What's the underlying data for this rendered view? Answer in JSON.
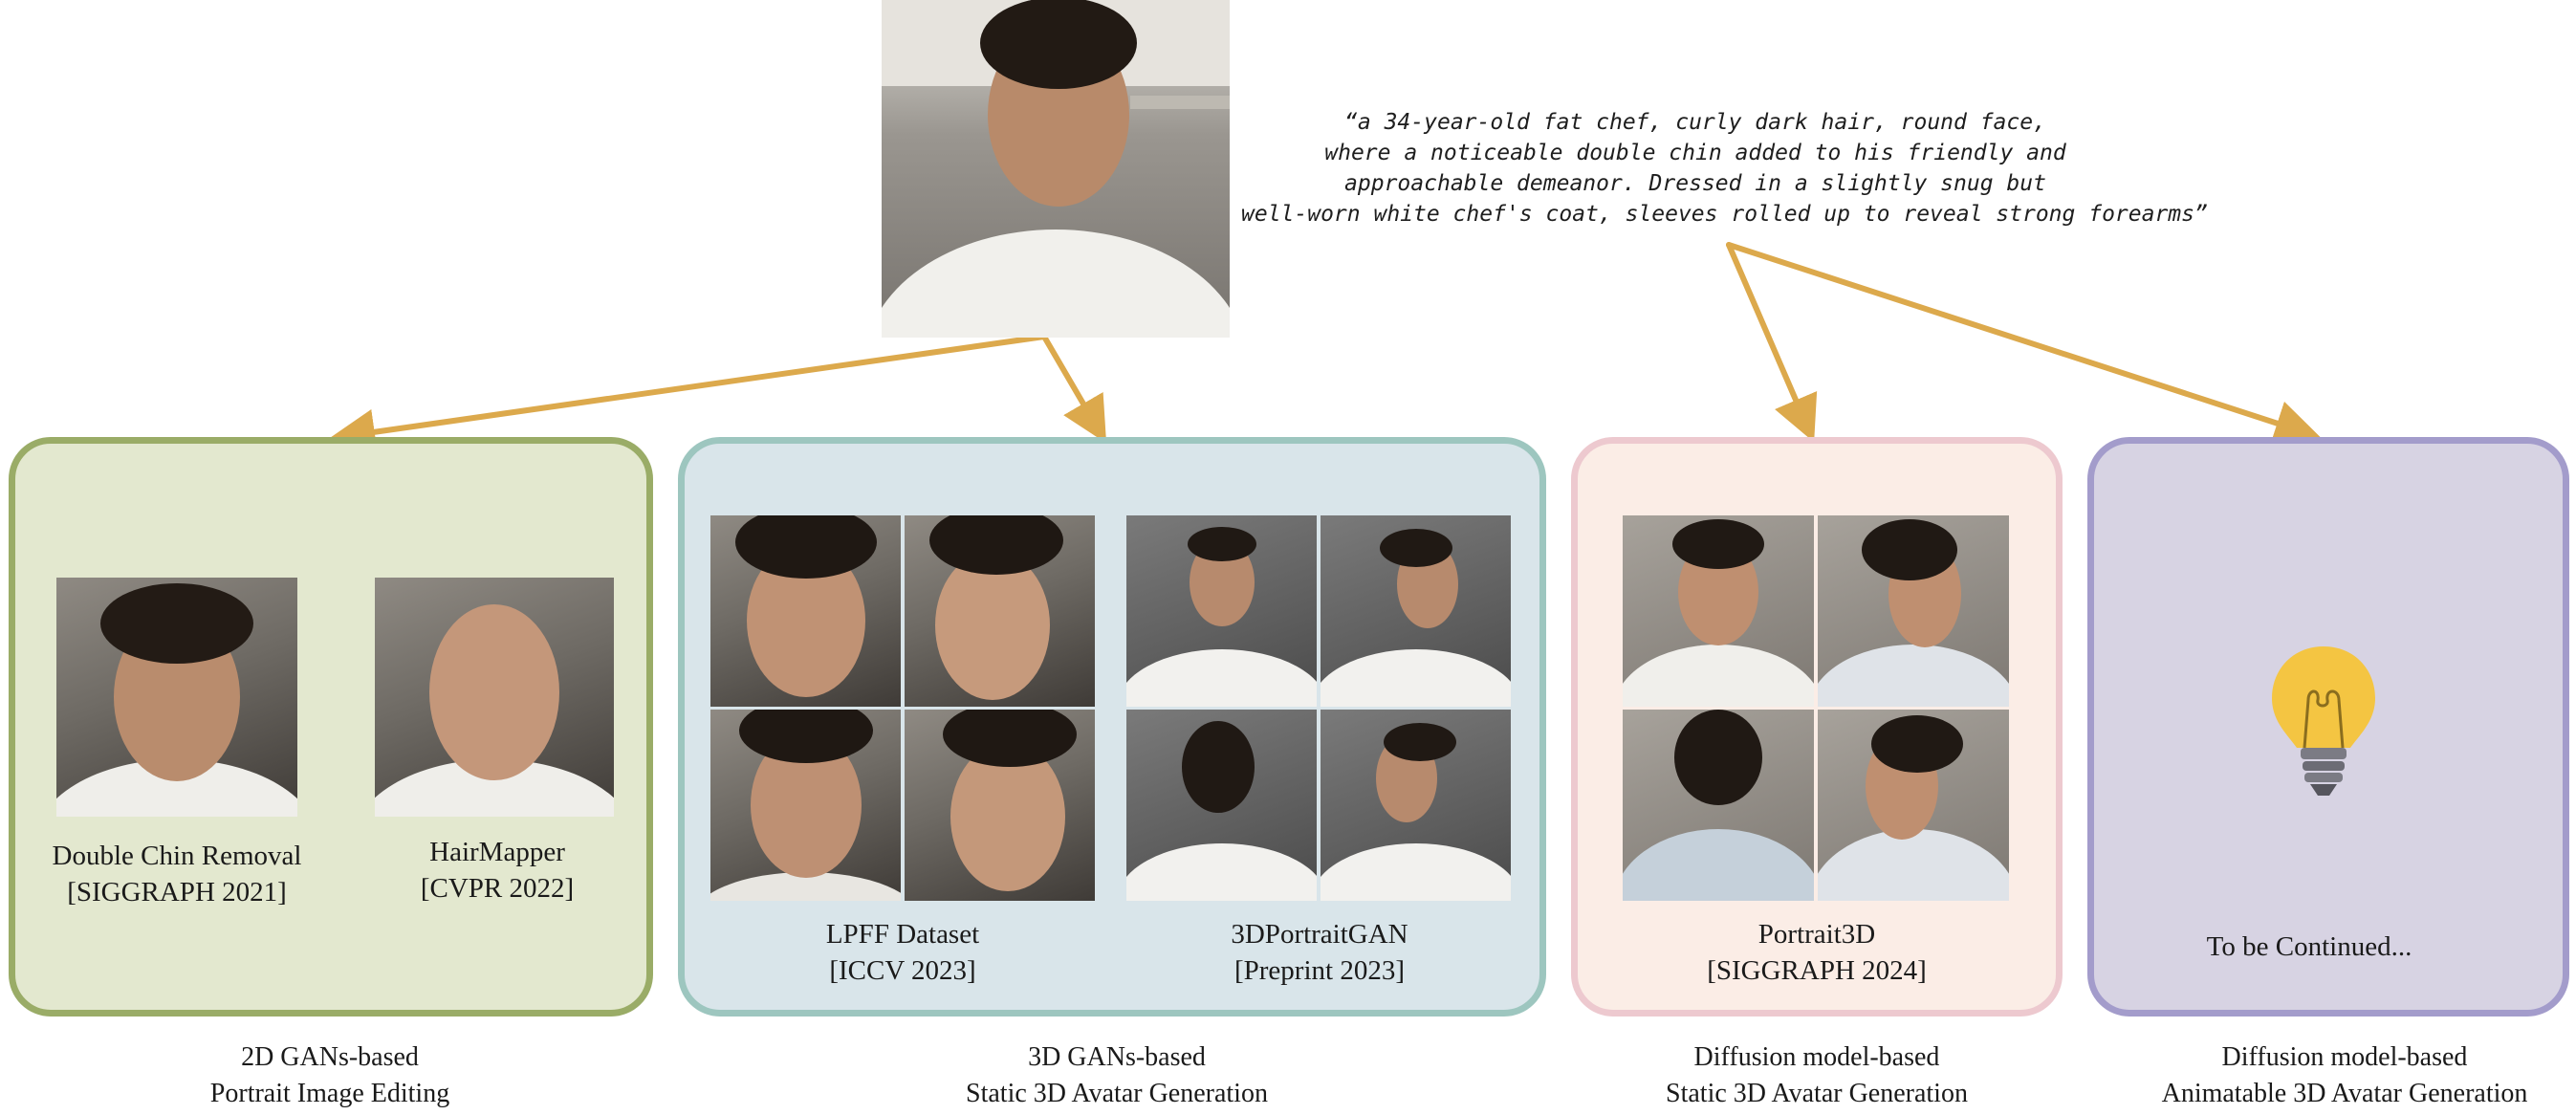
{
  "prompt_lines": [
    "“a 34-year-old fat chef, curly dark hair, round face,",
    "where a noticeable double chin added to his friendly and",
    "approachable demeanor. Dressed in a slightly snug but",
    "well-worn white chef's coat, sleeves rolled up to reveal strong forearms”"
  ],
  "panels": [
    {
      "methods": [
        {
          "name": "Double Chin Removal",
          "venue": "[SIGGRAPH 2021]"
        },
        {
          "name": "HairMapper",
          "venue": "[CVPR 2022]"
        }
      ],
      "category": [
        "2D GANs-based",
        "Portrait Image Editing"
      ],
      "bg": "#e3e8cf",
      "border": "#9aac67"
    },
    {
      "methods": [
        {
          "name": "LPFF Dataset",
          "venue": "[ICCV 2023]"
        },
        {
          "name": "3DPortraitGAN",
          "venue": "[Preprint 2023]"
        }
      ],
      "category": [
        "3D GANs-based",
        "Static 3D Avatar Generation"
      ],
      "bg": "#d9e5ea",
      "border": "#9dc6bf"
    },
    {
      "methods": [
        {
          "name": "Portrait3D",
          "venue": "[SIGGRAPH 2024]"
        }
      ],
      "category": [
        "Diffusion model-based",
        "Static 3D Avatar Generation"
      ],
      "bg": "#fbede6",
      "border": "#edc9cf"
    },
    {
      "methods": [
        {
          "name": "To be Continued...",
          "venue": ""
        }
      ],
      "category": [
        "Diffusion model-based",
        "Animatable 3D Avatar Generation"
      ],
      "bg": "#d7d3e3",
      "border": "#a39ccb",
      "icon": "lightbulb-icon"
    }
  ],
  "arrow_color": "#dca94c"
}
